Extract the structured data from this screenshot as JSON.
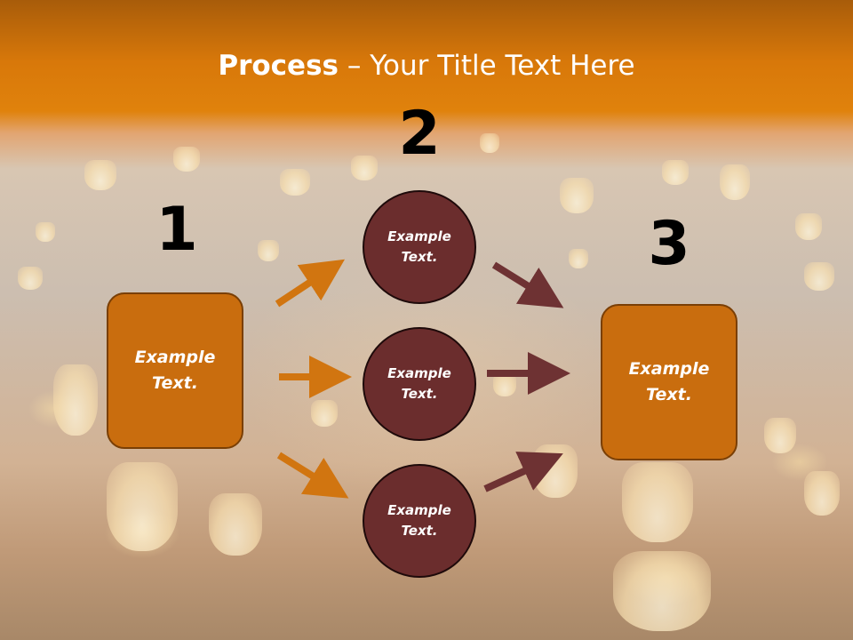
{
  "title": {
    "bold": "Process",
    "rest": " – Your Title Text Here"
  },
  "steps": [
    {
      "number": "1",
      "text": "Example Text."
    },
    {
      "number": "2",
      "items": [
        "Example Text.",
        "Example Text.",
        "Example Text."
      ]
    },
    {
      "number": "3",
      "text": "Example Text."
    }
  ],
  "colors": {
    "header": "#e0820c",
    "box_fill": "#c96d0e",
    "circle_fill": "#6b2d2d",
    "arrow_orange": "#d17510",
    "arrow_maroon": "#6e3233"
  }
}
